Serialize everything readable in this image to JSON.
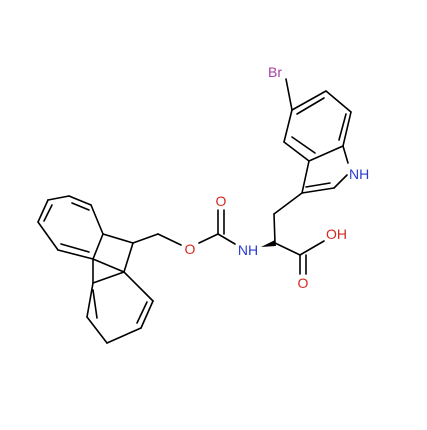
{
  "molecule": {
    "atom_labels": {
      "br": "Br",
      "indole_nh": "NH",
      "acid_oh": "OH",
      "acid_o": "O",
      "amide_nh": "NH",
      "carbamate_o_double": "O",
      "carbamate_o_ester": "O"
    },
    "colors": {
      "bromine": "#a83ea3",
      "nitrogen": "#2a3bd0",
      "oxygen": "#d22b20",
      "bond": "#000000"
    }
  }
}
